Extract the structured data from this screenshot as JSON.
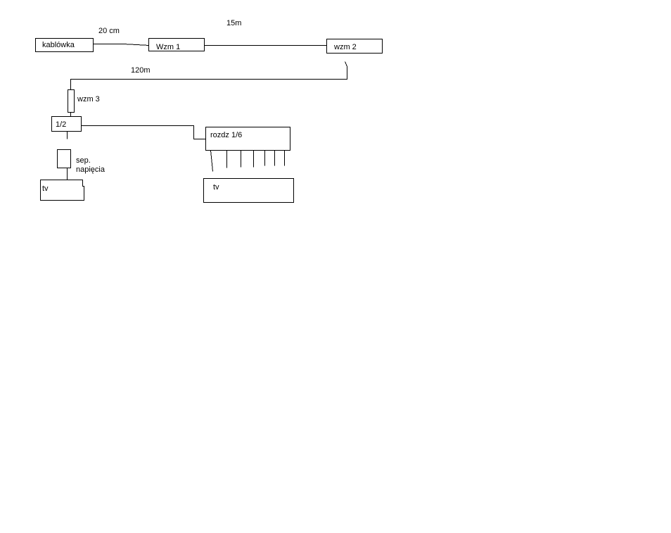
{
  "nodes": {
    "kablowka": "kablówka",
    "wzm1": "Wzm 1",
    "wzm2": "wzm 2",
    "wzm3": "wzm 3",
    "split_half": "1/2",
    "separator_line1": "sep.",
    "separator_line2": "napięcia",
    "tv_left": "tv",
    "rozdz": "rozdz 1/6",
    "tv_right": "tv"
  },
  "lengths": {
    "cable_20cm": "20 cm",
    "cable_15m": "15m",
    "cable_120m": "120m"
  },
  "colors": {
    "line": "#000000",
    "background": "#ffffff"
  }
}
